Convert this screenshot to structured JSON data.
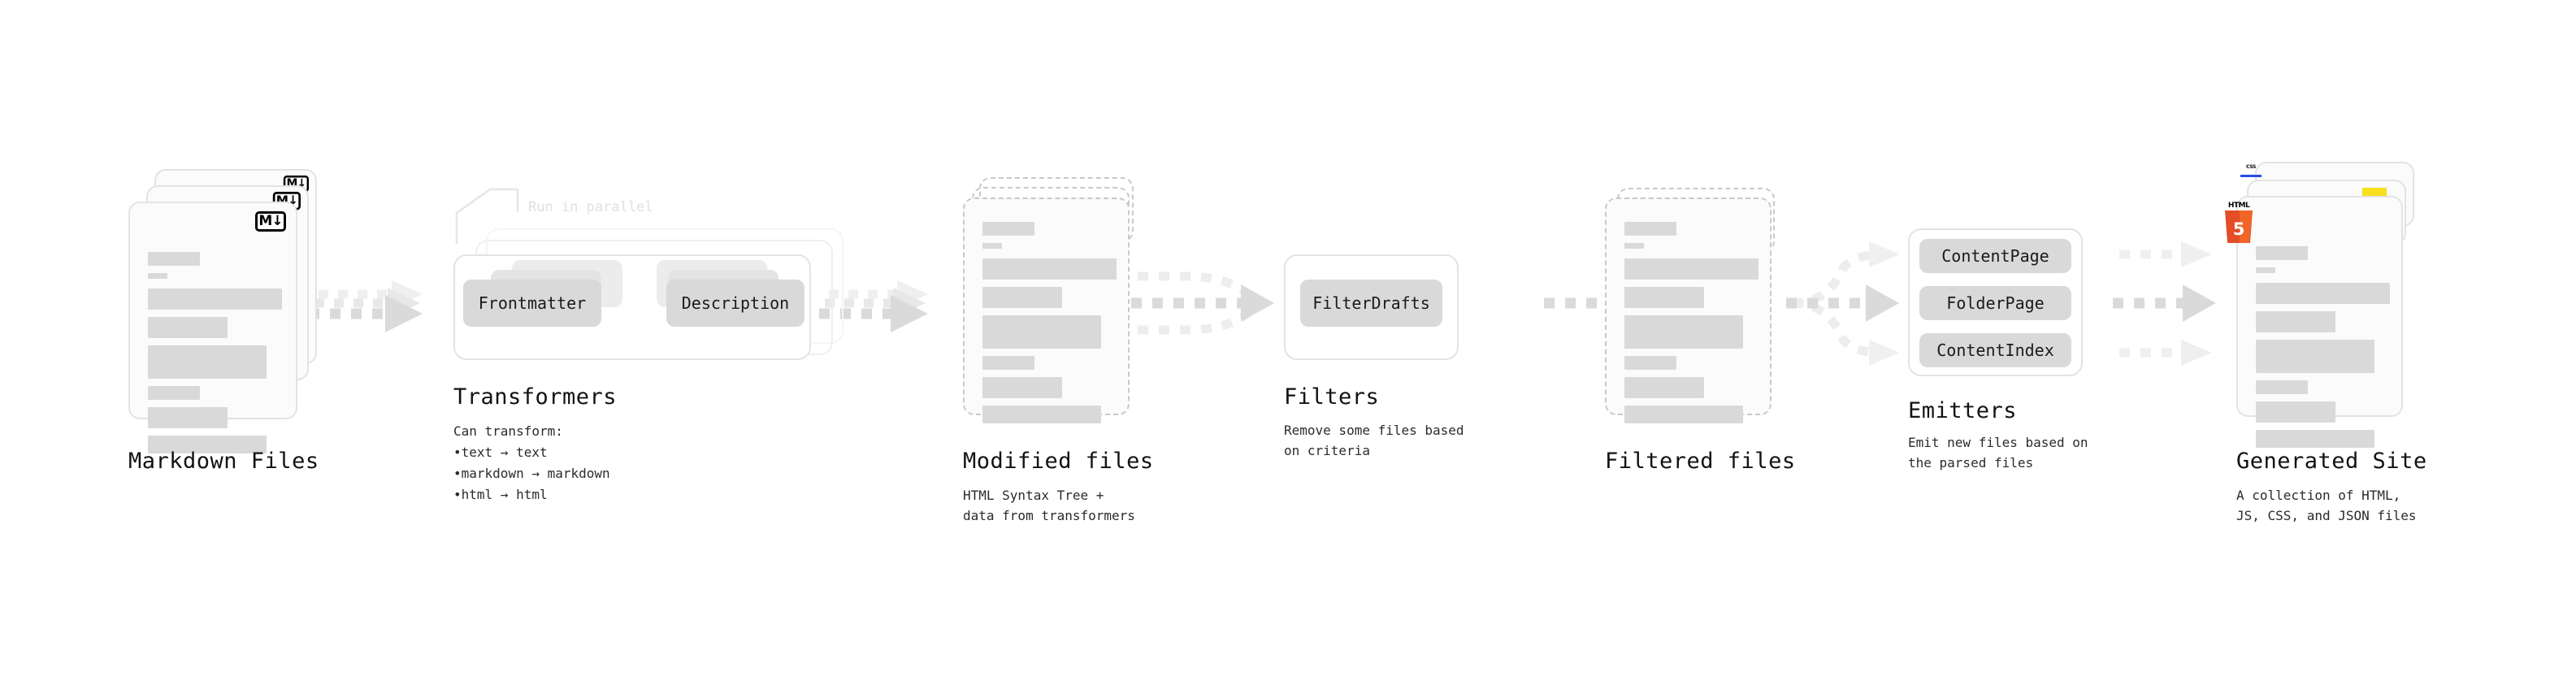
{
  "diagram": {
    "title_hidden": "",
    "stages": [
      {
        "id": "markdown-files",
        "title": "Markdown Files",
        "subtitle": "",
        "badge": "markdown-badge",
        "badge_label": "M↓"
      },
      {
        "id": "transformers",
        "title": "Transformers",
        "subtitle_lead": "Can transform:",
        "bullets": [
          "text → text",
          "markdown → markdown",
          "html → html"
        ],
        "parallel_label": "Run in parallel",
        "pills": [
          "Frontmatter",
          "Description"
        ]
      },
      {
        "id": "modified-files",
        "title": "Modified files",
        "subtitle": "HTML Syntax Tree +\ndata from transformers"
      },
      {
        "id": "filters",
        "title": "Filters",
        "subtitle": "Remove some files based\non criteria",
        "pills": [
          "FilterDrafts"
        ]
      },
      {
        "id": "filtered-files",
        "title": "Filtered files",
        "subtitle": ""
      },
      {
        "id": "emitters",
        "title": "Emitters",
        "subtitle": "Emit new files based on\nthe parsed files",
        "pills": [
          "ContentPage",
          "FolderPage",
          "ContentIndex"
        ]
      },
      {
        "id": "generated-site",
        "title": "Generated Site",
        "subtitle": "A collection of HTML,\nJS, CSS, and JSON files",
        "badges": [
          "html5-badge",
          "js-badge",
          "css-badge"
        ],
        "badge_labels": {
          "html5_word": "HTML",
          "html5_num": "5",
          "css_word": "CSS"
        }
      }
    ],
    "colors": {
      "bar": "#d9d9d9",
      "arrow": "#d9d9d9",
      "arrow_faint": "#efefef",
      "doc_border": "#e3e3e3",
      "doc_fill": "#fbfbfb",
      "text": "#121212",
      "html5_orange": "#e44d26",
      "js_yellow": "#f7df1e",
      "css_blue": "#264de4"
    }
  }
}
